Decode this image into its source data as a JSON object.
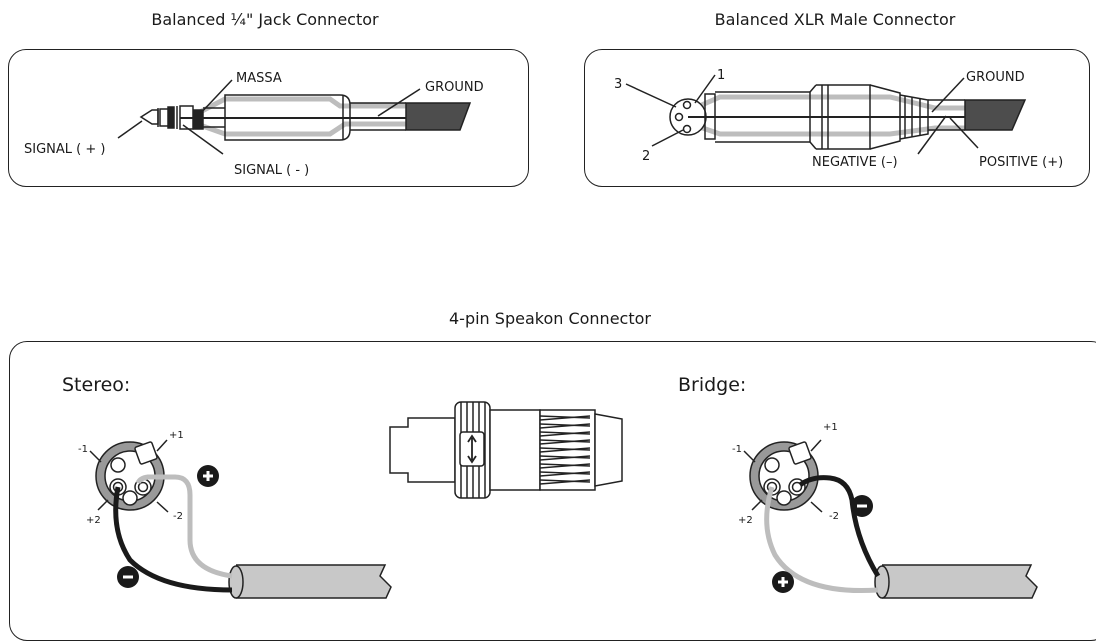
{
  "jack": {
    "title": "Balanced ¼\" Jack Connector",
    "massa": "MASSA",
    "ground": "GROUND",
    "signal_pos": "SIGNAL ( + )",
    "signal_neg": "SIGNAL ( - )"
  },
  "xlr": {
    "title": "Balanced XLR Male Connector",
    "pin1": "1",
    "pin2": "2",
    "pin3": "3",
    "ground": "GROUND",
    "negative": "NEGATIVE (–)",
    "positive": "POSITIVE (+)"
  },
  "speakon": {
    "title": "4-pin Speakon Connector",
    "stereo": {
      "label": "Stereo:",
      "m1": "-1",
      "p1": "+1",
      "p2": "+2",
      "m2": "-2"
    },
    "bridge": {
      "label": "Bridge:",
      "m1": "-1",
      "p1": "+1",
      "p2": "+2",
      "m2": "-2"
    }
  },
  "colors": {
    "stroke": "#222222",
    "grey_wire": "#b5b5b5",
    "cable": "#c8c8c8",
    "dark": "#4d4d4d"
  }
}
